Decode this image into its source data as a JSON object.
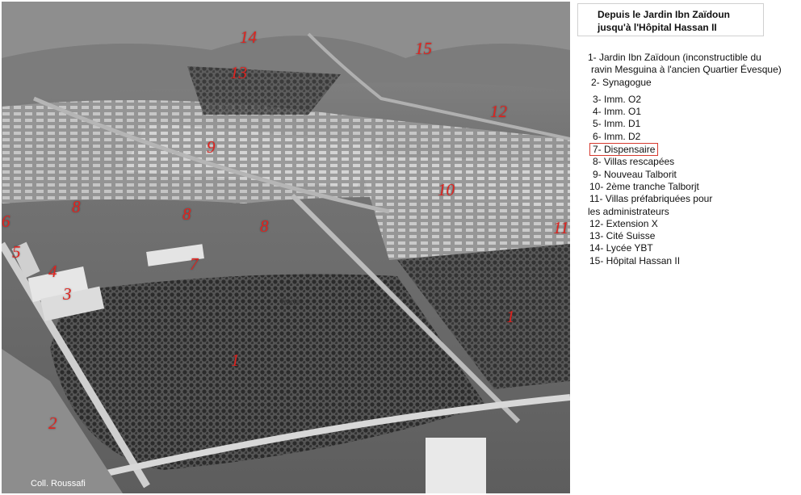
{
  "title": {
    "line1": "Depuis le Jardin Ibn Zaïdoun",
    "line2": "jusqu'à l'Hôpital Hassan II"
  },
  "legend": [
    "1- Jardin Ibn Zaïdoun (inconstructible du",
    "ravin Mesguina à l'ancien Quartier Évesque)",
    "2- Synagogue",
    "3- Imm. O2",
    "4- Imm. O1",
    "5- Imm. D1",
    "6- Imm. D2",
    "7- Dispensaire",
    "8- Villas rescapées",
    "9- Nouveau Talborit",
    "10- 2ème tranche Talborjt",
    "11- Villas préfabriquées pour",
    "les administrateurs",
    "12- Extension X",
    "13- Cité Suisse",
    "14- Lycée YBT",
    "15- Hôpital Hassan II"
  ],
  "photo_labels": {
    "n1a": "1",
    "n1b": "1",
    "n2": "2",
    "n3": "3",
    "n4": "4",
    "n5": "5",
    "n6": "6",
    "n7": "7",
    "n8a": "8",
    "n8b": "8",
    "n8c": "8",
    "n9": "9",
    "n10": "10",
    "n11": "11",
    "n12": "12",
    "n13": "13",
    "n14": "14",
    "n15": "15",
    "watermark": "Texte"
  },
  "credit": "Coll. Roussafi",
  "highlight_color": "#d63a2f",
  "label_color": "#e0231f"
}
